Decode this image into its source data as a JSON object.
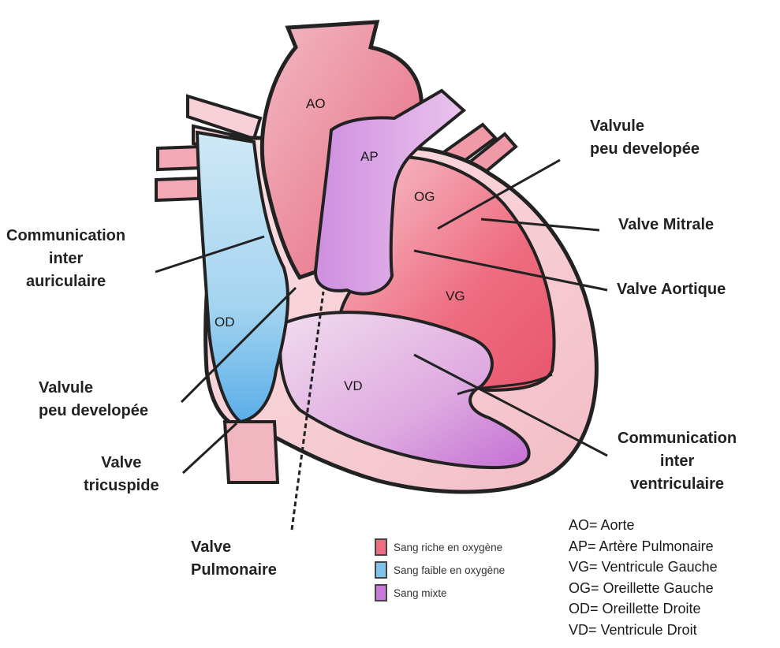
{
  "chambers": {
    "ao": "AO",
    "ap": "AP",
    "og": "OG",
    "vg": "VG",
    "od": "OD",
    "vd": "VD"
  },
  "labels": {
    "communication_inter_auriculaire": [
      "Communication",
      "inter",
      "auriculaire"
    ],
    "valvule_top": [
      "Valvule",
      "peu developée"
    ],
    "valve_mitrale": [
      "Valve Mitrale"
    ],
    "valve_aortique": [
      "Valve Aortique"
    ],
    "valvule_left": [
      "Valvule",
      "peu developée"
    ],
    "valve_tricuspide": [
      "Valve",
      "tricuspide"
    ],
    "valve_pulmonaire": [
      "Valve",
      "Pulmonaire"
    ],
    "communication_inter_ventriculaire": [
      "Communication",
      "inter",
      "ventriculaire"
    ]
  },
  "legend": [
    {
      "text": "Sang riche en oxygène",
      "color": "#ee6d7e"
    },
    {
      "text": "Sang faible en oxygène",
      "color": "#7fc3ea"
    },
    {
      "text": "Sang mixte",
      "color": "#c77ad9"
    }
  ],
  "abbreviations": [
    "AO= Aorte",
    "AP= Artère Pulmonaire",
    "VG= Ventricule Gauche",
    "OG= Oreillette Gauche",
    "OD= Oreillette Droite",
    "VD= Ventricule Droit"
  ]
}
